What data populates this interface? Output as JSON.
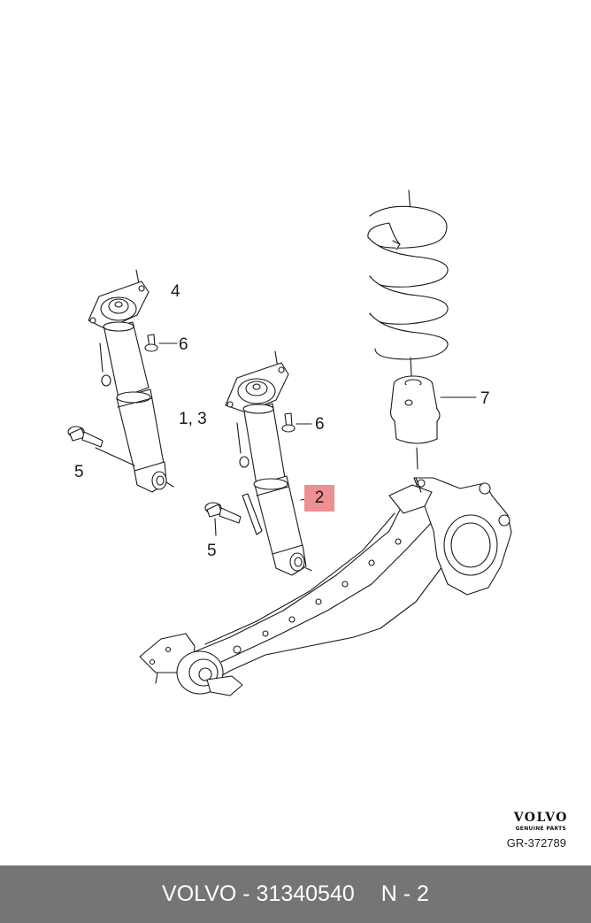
{
  "callouts": {
    "c4": "4",
    "c6a": "6",
    "c13": "1, 3",
    "c5a": "5",
    "c6b": "6",
    "c7": "7",
    "c2": "2",
    "c5b": "5"
  },
  "brand": {
    "logo": "VOLVO",
    "tagline": "GENUINE PARTS"
  },
  "reference_code": "GR-372789",
  "footer": {
    "part_label": "VOLVO - 31340540",
    "position_label": "N - 2"
  },
  "colors": {
    "highlight": "#ee8f93",
    "footer_bg": "#757575",
    "line": "#1a1a1a"
  }
}
